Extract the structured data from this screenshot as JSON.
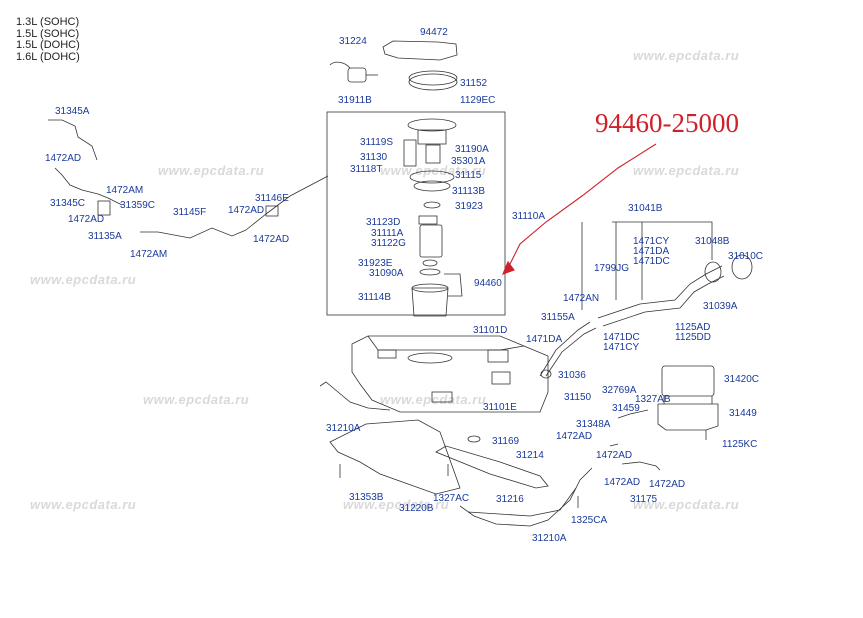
{
  "engine_variants": [
    "1.3L (SOHC)",
    "1.5L (SOHC)",
    "1.5L (DOHC)",
    "1.6L (DOHC)"
  ],
  "watermark": "www.epcdata.ru",
  "callout": {
    "text": "94460-25000",
    "color": "#d0202a"
  },
  "label_color": "#1a3a9c",
  "part_labels": [
    "94472",
    "31224",
    "31152",
    "31911B",
    "1129EC",
    "31345A",
    "31119S",
    "31190A",
    "31130",
    "35301A",
    "31118T",
    "31115",
    "31113B",
    "31923",
    "31110A",
    "1472AD",
    "1472AM",
    "31146E",
    "31345C",
    "31359C",
    "1472AD",
    "31145F",
    "1472AD",
    "31135A",
    "1472AM",
    "1472AD",
    "31123D",
    "31111A",
    "31122G",
    "31923E",
    "31090A",
    "94460",
    "31114B",
    "31041B",
    "1471CY",
    "1471DA",
    "1471DC",
    "31048B",
    "31010C",
    "1799JG",
    "1472AN",
    "31039A",
    "31155A",
    "1125AD",
    "1125DD",
    "1471DA",
    "1471DC",
    "1471CY",
    "31101D",
    "31036",
    "31420C",
    "32769A",
    "1327AB",
    "31459",
    "31449",
    "31150",
    "31101E",
    "31348A",
    "1472AD",
    "1125KC",
    "31210A",
    "31169",
    "1472AD",
    "31214",
    "1472AD",
    "1472AD",
    "31175",
    "31353B",
    "1327AC",
    "31216",
    "31220B",
    "1325CA",
    "31210A"
  ]
}
